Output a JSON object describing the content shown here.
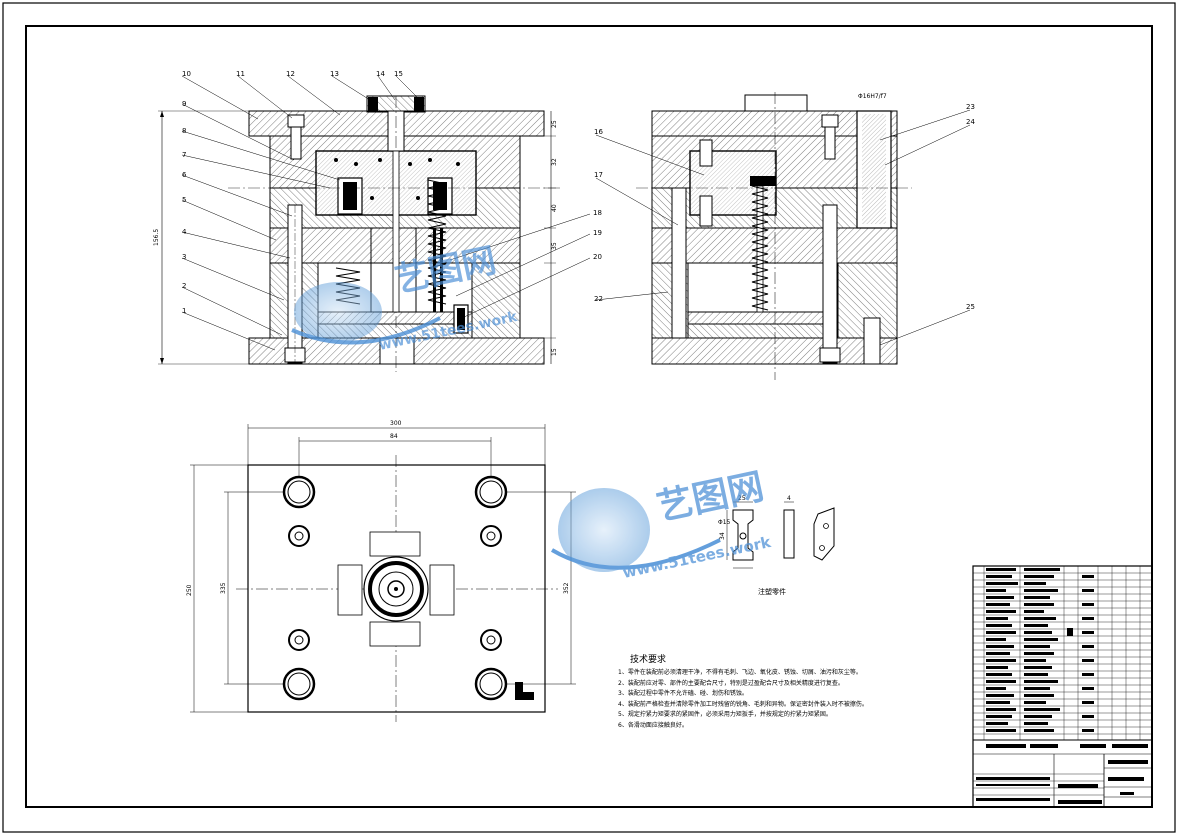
{
  "callouts_left": [
    "1",
    "2",
    "3",
    "4",
    "5",
    "6",
    "7",
    "8",
    "9",
    "10",
    "11",
    "12",
    "13",
    "14",
    "15",
    "18",
    "19",
    "20"
  ],
  "callouts_right": [
    "16",
    "17",
    "22",
    "23",
    "24",
    "25"
  ],
  "dimensions": {
    "height_total": "156.5",
    "plate_thk_1": "25",
    "plate_thk_2": "32",
    "plate_thk_3": "40",
    "plate_thk_4": "35",
    "plate_thk_5": "15",
    "plan_width": "300",
    "plan_pitch": "84",
    "plan_height": "250",
    "plan_inner_left": "335",
    "plan_inner_right": "352",
    "bushing_dim": "Φ16H7/f7",
    "part_w": "25",
    "part_h": "34",
    "part_d": "Φ15",
    "part_s": "4"
  },
  "part_view_label": "注塑零件",
  "watermark": {
    "brand": "艺图网",
    "url": "www.51tees.work"
  },
  "technical_requirements": {
    "title": "技术要求",
    "items": [
      "1、零件在装配前必须清理干净，不得有毛刺、飞边、氧化皮、锈蚀、切屑、油污和灰尘等。",
      "2、装配前应对零、部件的主要配合尺寸，特别是过盈配合尺寸及相关精度进行复查。",
      "3、装配过程中零件不允许磕、碰、划伤和锈蚀。",
      "4、装配前严格检查并清除零件加工时残留的锐角、毛刺和异物。保证密封件装入时不被擦伤。",
      "5、规定拧紧力矩要求的紧固件，必须采用力矩扳手，并按规定的拧紧力矩紧固。",
      "6、各滑动面应接触良好。"
    ]
  }
}
